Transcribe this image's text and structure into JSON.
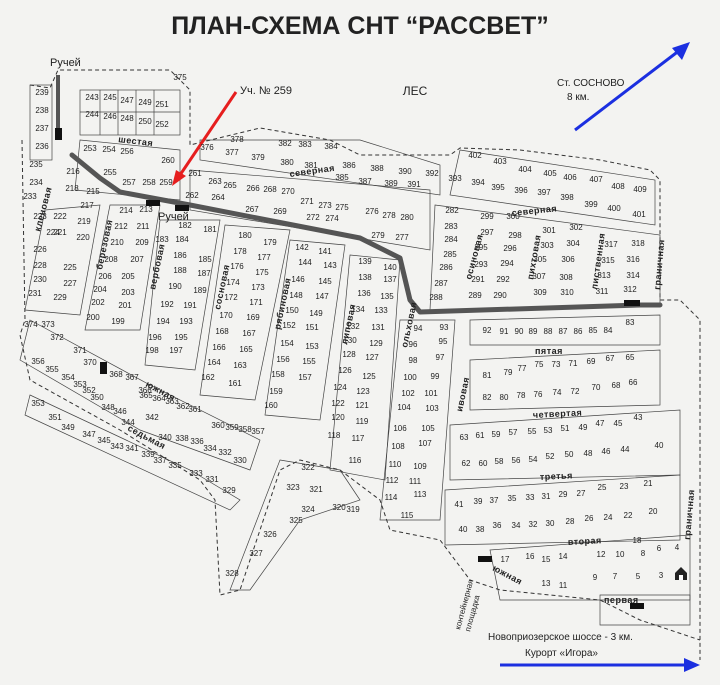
{
  "title": "ПЛАН-СХЕМА СНТ “РАССВЕТ”",
  "forest_label": "ЛЕС",
  "plot_pointer": "Уч. № 259",
  "stream_labels": [
    "Ручей",
    "Ручей"
  ],
  "station": {
    "name": "Ст. СОСНОВО",
    "distance": "8 км."
  },
  "highway": {
    "line1": "Новоприозерское шоссе - 3 км.",
    "line2": "Курорт «Игора»"
  },
  "container_label": [
    "контейнерная",
    "площадка"
  ],
  "colors": {
    "arrow_red": "#e61e1e",
    "arrow_blue": "#1b2fe0",
    "road": "#555555",
    "line": "#333333"
  },
  "streets": {
    "shestaya": "шестая",
    "severnaya1": "северная",
    "severnaya2": "северная",
    "klenovaya": "кленовая",
    "berezovaya": "березовая",
    "verbovaya": "вербовая",
    "sosnovaya": "сосновая",
    "ryabinovaya": "рябиновая",
    "lipovaya": "липовая",
    "olkhovaya": "ольховая",
    "ivovaya": "ивовая",
    "osinovaya": "осиновая",
    "pikhtovaya": "пихтовая",
    "listvennaya": "лиственная",
    "granichnaya1": "граничная",
    "granichnaya2": "граничная",
    "yuzhnaya1": "южная",
    "yuzhnaya2": "южная",
    "sedmaya": "седьмая",
    "pyataya": "пятая",
    "chetvertaya": "четвертая",
    "tretya": "третья",
    "vtoraya": "вторая",
    "pervaya": "первая"
  },
  "plots": [
    [
      "239",
      42,
      95
    ],
    [
      "238",
      42,
      113
    ],
    [
      "237",
      42,
      131
    ],
    [
      "236",
      42,
      149
    ],
    [
      "235",
      36,
      167
    ],
    [
      "234",
      36,
      185
    ],
    [
      "233",
      30,
      199
    ],
    [
      "243",
      92,
      100
    ],
    [
      "245",
      110,
      100
    ],
    [
      "247",
      127,
      103
    ],
    [
      "249",
      145,
      105
    ],
    [
      "251",
      162,
      107
    ],
    [
      "244",
      92,
      117
    ],
    [
      "246",
      110,
      119
    ],
    [
      "248",
      127,
      121
    ],
    [
      "250",
      145,
      124
    ],
    [
      "252",
      162,
      127
    ],
    [
      "375",
      180,
      80
    ],
    [
      "253",
      90,
      151
    ],
    [
      "254",
      109,
      152
    ],
    [
      "256",
      127,
      154
    ],
    [
      "216",
      73,
      174
    ],
    [
      "215",
      93,
      194
    ],
    [
      "255",
      110,
      175
    ],
    [
      "257",
      129,
      185
    ],
    [
      "258",
      149,
      185
    ],
    [
      "259",
      166,
      185
    ],
    [
      "260",
      168,
      163
    ],
    [
      "218",
      72,
      191
    ],
    [
      "217",
      87,
      208
    ],
    [
      "222",
      60,
      219
    ],
    [
      "219",
      84,
      224
    ],
    [
      "221",
      60,
      235
    ],
    [
      "220",
      83,
      240
    ],
    [
      "224",
      53,
      235
    ],
    [
      "223",
      40,
      219
    ],
    [
      "226",
      40,
      252
    ],
    [
      "225",
      70,
      270
    ],
    [
      "228",
      40,
      268
    ],
    [
      "227",
      70,
      286
    ],
    [
      "230",
      40,
      282
    ],
    [
      "229",
      60,
      300
    ],
    [
      "231",
      35,
      296
    ],
    [
      "214",
      126,
      213
    ],
    [
      "213",
      146,
      212
    ],
    [
      "212",
      121,
      229
    ],
    [
      "211",
      143,
      229
    ],
    [
      "210",
      117,
      245
    ],
    [
      "209",
      142,
      245
    ],
    [
      "208",
      111,
      262
    ],
    [
      "207",
      137,
      262
    ],
    [
      "206",
      105,
      279
    ],
    [
      "205",
      128,
      279
    ],
    [
      "204",
      100,
      292
    ],
    [
      "203",
      128,
      295
    ],
    [
      "202",
      98,
      305
    ],
    [
      "201",
      125,
      308
    ],
    [
      "200",
      93,
      320
    ],
    [
      "199",
      118,
      324
    ],
    [
      "184",
      182,
      242
    ],
    [
      "183",
      162,
      242
    ],
    [
      "182",
      185,
      228
    ],
    [
      "181",
      210,
      232
    ],
    [
      "186",
      180,
      258
    ],
    [
      "185",
      205,
      262
    ],
    [
      "188",
      180,
      273
    ],
    [
      "187",
      204,
      276
    ],
    [
      "190",
      175,
      289
    ],
    [
      "189",
      200,
      293
    ],
    [
      "192",
      167,
      307
    ],
    [
      "191",
      190,
      308
    ],
    [
      "194",
      163,
      324
    ],
    [
      "193",
      186,
      324
    ],
    [
      "196",
      155,
      340
    ],
    [
      "195",
      181,
      340
    ],
    [
      "198",
      152,
      353
    ],
    [
      "197",
      176,
      353
    ],
    [
      "180",
      245,
      238
    ],
    [
      "179",
      270,
      245
    ],
    [
      "178",
      240,
      254
    ],
    [
      "177",
      264,
      260
    ],
    [
      "176",
      237,
      269
    ],
    [
      "175",
      262,
      275
    ],
    [
      "174",
      233,
      285
    ],
    [
      "173",
      258,
      290
    ],
    [
      "172",
      231,
      300
    ],
    [
      "171",
      256,
      305
    ],
    [
      "170",
      226,
      318
    ],
    [
      "169",
      253,
      320
    ],
    [
      "168",
      222,
      334
    ],
    [
      "167",
      249,
      336
    ],
    [
      "166",
      219,
      350
    ],
    [
      "165",
      246,
      352
    ],
    [
      "164",
      214,
      365
    ],
    [
      "163",
      240,
      368
    ],
    [
      "162",
      208,
      380
    ],
    [
      "161",
      235,
      386
    ],
    [
      "261",
      195,
      176
    ],
    [
      "263",
      215,
      184
    ],
    [
      "265",
      230,
      188
    ],
    [
      "262",
      192,
      198
    ],
    [
      "264",
      218,
      200
    ],
    [
      "266",
      253,
      191
    ],
    [
      "268",
      270,
      192
    ],
    [
      "270",
      288,
      194
    ],
    [
      "267",
      252,
      212
    ],
    [
      "269",
      280,
      214
    ],
    [
      "271",
      307,
      204
    ],
    [
      "273",
      325,
      208
    ],
    [
      "275",
      342,
      210
    ],
    [
      "272",
      313,
      220
    ],
    [
      "274",
      332,
      221
    ],
    [
      "276",
      372,
      214
    ],
    [
      "278",
      389,
      218
    ],
    [
      "280",
      407,
      220
    ],
    [
      "277",
      402,
      240
    ],
    [
      "279",
      378,
      238
    ],
    [
      "142",
      302,
      250
    ],
    [
      "141",
      325,
      254
    ],
    [
      "144",
      305,
      265
    ],
    [
      "143",
      330,
      268
    ],
    [
      "146",
      298,
      282
    ],
    [
      "145",
      325,
      284
    ],
    [
      "148",
      296,
      298
    ],
    [
      "147",
      322,
      299
    ],
    [
      "150",
      292,
      313
    ],
    [
      "149",
      316,
      316
    ],
    [
      "152",
      289,
      328
    ],
    [
      "151",
      312,
      330
    ],
    [
      "154",
      287,
      346
    ],
    [
      "153",
      312,
      349
    ],
    [
      "156",
      283,
      362
    ],
    [
      "155",
      309,
      364
    ],
    [
      "158",
      278,
      377
    ],
    [
      "157",
      305,
      380
    ],
    [
      "159",
      276,
      394
    ],
    [
      "160",
      271,
      408
    ],
    [
      "140",
      390,
      270
    ],
    [
      "139",
      365,
      264
    ],
    [
      "138",
      365,
      280
    ],
    [
      "137",
      390,
      282
    ],
    [
      "136",
      364,
      296
    ],
    [
      "135",
      387,
      299
    ],
    [
      "134",
      358,
      312
    ],
    [
      "133",
      381,
      313
    ],
    [
      "132",
      353,
      329
    ],
    [
      "131",
      378,
      330
    ],
    [
      "130",
      350,
      343
    ],
    [
      "129",
      376,
      346
    ],
    [
      "128",
      349,
      357
    ],
    [
      "127",
      372,
      360
    ],
    [
      "126",
      345,
      373
    ],
    [
      "125",
      369,
      379
    ],
    [
      "124",
      340,
      390
    ],
    [
      "123",
      363,
      394
    ],
    [
      "122",
      338,
      406
    ],
    [
      "121",
      362,
      408
    ],
    [
      "120",
      338,
      420
    ],
    [
      "119",
      362,
      424
    ],
    [
      "118",
      334,
      438
    ],
    [
      "117",
      358,
      441
    ],
    [
      "116",
      355,
      463
    ],
    [
      "115",
      407,
      518
    ],
    [
      "114",
      391,
      500
    ],
    [
      "113",
      420,
      497
    ],
    [
      "112",
      392,
      483
    ],
    [
      "111",
      415,
      484
    ],
    [
      "110",
      395,
      467
    ],
    [
      "109",
      420,
      469
    ],
    [
      "108",
      398,
      449
    ],
    [
      "107",
      425,
      446
    ],
    [
      "106",
      400,
      431
    ],
    [
      "105",
      428,
      431
    ],
    [
      "104",
      404,
      410
    ],
    [
      "103",
      432,
      411
    ],
    [
      "102",
      408,
      396
    ],
    [
      "101",
      431,
      396
    ],
    [
      "100",
      410,
      380
    ],
    [
      "99",
      435,
      379
    ],
    [
      "98",
      413,
      363
    ],
    [
      "97",
      440,
      360
    ],
    [
      "96",
      413,
      347
    ],
    [
      "95",
      443,
      344
    ],
    [
      "94",
      418,
      331
    ],
    [
      "93",
      444,
      330
    ],
    [
      "282",
      452,
      213
    ],
    [
      "283",
      451,
      229
    ],
    [
      "284",
      451,
      242
    ],
    [
      "285",
      450,
      257
    ],
    [
      "286",
      446,
      270
    ],
    [
      "287",
      441,
      286
    ],
    [
      "288",
      436,
      300
    ],
    [
      "299",
      487,
      219
    ],
    [
      "300",
      513,
      219
    ],
    [
      "297",
      487,
      235
    ],
    [
      "298",
      515,
      238
    ],
    [
      "295",
      481,
      250
    ],
    [
      "296",
      510,
      251
    ],
    [
      "293",
      481,
      267
    ],
    [
      "294",
      507,
      266
    ],
    [
      "291",
      478,
      282
    ],
    [
      "292",
      503,
      282
    ],
    [
      "289",
      475,
      298
    ],
    [
      "290",
      500,
      298
    ],
    [
      "301",
      549,
      233
    ],
    [
      "302",
      576,
      230
    ],
    [
      "303",
      547,
      248
    ],
    [
      "304",
      573,
      246
    ],
    [
      "305",
      540,
      262
    ],
    [
      "306",
      568,
      262
    ],
    [
      "307",
      539,
      279
    ],
    [
      "308",
      566,
      280
    ],
    [
      "309",
      540,
      295
    ],
    [
      "310",
      567,
      295
    ],
    [
      "317",
      611,
      247
    ],
    [
      "318",
      638,
      246
    ],
    [
      "315",
      608,
      263
    ],
    [
      "316",
      633,
      262
    ],
    [
      "313",
      604,
      278
    ],
    [
      "314",
      633,
      278
    ],
    [
      "311",
      602,
      294
    ],
    [
      "312",
      630,
      292
    ],
    [
      "402",
      475,
      158
    ],
    [
      "403",
      500,
      164
    ],
    [
      "404",
      525,
      172
    ],
    [
      "405",
      550,
      176
    ],
    [
      "406",
      570,
      180
    ],
    [
      "407",
      596,
      182
    ],
    [
      "408",
      618,
      189
    ],
    [
      "409",
      640,
      192
    ],
    [
      "393",
      455,
      181
    ],
    [
      "394",
      478,
      185
    ],
    [
      "395",
      498,
      190
    ],
    [
      "396",
      521,
      193
    ],
    [
      "397",
      544,
      195
    ],
    [
      "398",
      567,
      200
    ],
    [
      "399",
      591,
      207
    ],
    [
      "400",
      614,
      211
    ],
    [
      "401",
      639,
      217
    ],
    [
      "384",
      331,
      149
    ],
    [
      "383",
      305,
      147
    ],
    [
      "382",
      285,
      146
    ],
    [
      "378",
      237,
      142
    ],
    [
      "377",
      232,
      155
    ],
    [
      "376",
      207,
      150
    ],
    [
      "379",
      258,
      160
    ],
    [
      "380",
      287,
      165
    ],
    [
      "381",
      311,
      168
    ],
    [
      "386",
      349,
      168
    ],
    [
      "388",
      377,
      171
    ],
    [
      "390",
      405,
      174
    ],
    [
      "392",
      432,
      176
    ],
    [
      "385",
      342,
      180
    ],
    [
      "387",
      365,
      184
    ],
    [
      "389",
      391,
      186
    ],
    [
      "391",
      414,
      187
    ],
    [
      "92",
      487,
      333
    ],
    [
      "91",
      504,
      334
    ],
    [
      "90",
      519,
      334
    ],
    [
      "89",
      533,
      334
    ],
    [
      "88",
      548,
      334
    ],
    [
      "87",
      563,
      334
    ],
    [
      "86",
      578,
      334
    ],
    [
      "85",
      593,
      333
    ],
    [
      "84",
      608,
      333
    ],
    [
      "83",
      630,
      325
    ],
    [
      "81",
      487,
      378
    ],
    [
      "79",
      508,
      375
    ],
    [
      "77",
      522,
      371
    ],
    [
      "75",
      539,
      367
    ],
    [
      "73",
      556,
      367
    ],
    [
      "71",
      573,
      366
    ],
    [
      "69",
      591,
      364
    ],
    [
      "67",
      610,
      361
    ],
    [
      "65",
      630,
      360
    ],
    [
      "82",
      487,
      400
    ],
    [
      "80",
      504,
      400
    ],
    [
      "78",
      521,
      398
    ],
    [
      "76",
      538,
      397
    ],
    [
      "74",
      557,
      395
    ],
    [
      "72",
      575,
      394
    ],
    [
      "70",
      596,
      390
    ],
    [
      "68",
      616,
      388
    ],
    [
      "66",
      633,
      385
    ],
    [
      "63",
      464,
      440
    ],
    [
      "61",
      480,
      438
    ],
    [
      "59",
      496,
      437
    ],
    [
      "57",
      513,
      435
    ],
    [
      "55",
      532,
      434
    ],
    [
      "53",
      548,
      433
    ],
    [
      "51",
      565,
      431
    ],
    [
      "49",
      583,
      430
    ],
    [
      "47",
      600,
      426
    ],
    [
      "45",
      618,
      426
    ],
    [
      "43",
      638,
      420
    ],
    [
      "62",
      466,
      466
    ],
    [
      "60",
      483,
      466
    ],
    [
      "58",
      499,
      464
    ],
    [
      "56",
      516,
      463
    ],
    [
      "54",
      533,
      462
    ],
    [
      "52",
      550,
      459
    ],
    [
      "50",
      569,
      457
    ],
    [
      "48",
      588,
      456
    ],
    [
      "46",
      606,
      454
    ],
    [
      "44",
      625,
      452
    ],
    [
      "40",
      659,
      448
    ],
    [
      "41",
      459,
      507
    ],
    [
      "39",
      478,
      504
    ],
    [
      "37",
      494,
      503
    ],
    [
      "35",
      512,
      501
    ],
    [
      "33",
      530,
      500
    ],
    [
      "31",
      546,
      499
    ],
    [
      "29",
      563,
      497
    ],
    [
      "27",
      581,
      496
    ],
    [
      "25",
      602,
      490
    ],
    [
      "23",
      624,
      489
    ],
    [
      "21",
      648,
      486
    ],
    [
      "40",
      463,
      532
    ],
    [
      "38",
      480,
      532
    ],
    [
      "36",
      497,
      528
    ],
    [
      "34",
      516,
      528
    ],
    [
      "32",
      533,
      527
    ],
    [
      "30",
      550,
      526
    ],
    [
      "28",
      570,
      524
    ],
    [
      "26",
      589,
      521
    ],
    [
      "24",
      608,
      520
    ],
    [
      "22",
      628,
      518
    ],
    [
      "20",
      653,
      514
    ],
    [
      "18",
      637,
      543
    ],
    [
      "17",
      505,
      562
    ],
    [
      "16",
      530,
      559
    ],
    [
      "15",
      546,
      562
    ],
    [
      "14",
      563,
      559
    ],
    [
      "12",
      601,
      557
    ],
    [
      "10",
      620,
      557
    ],
    [
      "8",
      643,
      556
    ],
    [
      "6",
      659,
      551
    ],
    [
      "4",
      677,
      550
    ],
    [
      "13",
      546,
      586
    ],
    [
      "11",
      563,
      588
    ],
    [
      "9",
      595,
      580
    ],
    [
      "7",
      615,
      579
    ],
    [
      "5",
      638,
      579
    ],
    [
      "3",
      661,
      578
    ],
    [
      "374",
      31,
      327
    ],
    [
      "373",
      48,
      327
    ],
    [
      "372",
      57,
      340
    ],
    [
      "371",
      80,
      353
    ],
    [
      "370",
      90,
      365
    ],
    [
      "368",
      116,
      377
    ],
    [
      "367",
      132,
      380
    ],
    [
      "366",
      145,
      393
    ],
    [
      "356",
      38,
      364
    ],
    [
      "355",
      52,
      372
    ],
    [
      "354",
      68,
      380
    ],
    [
      "353",
      80,
      387
    ],
    [
      "352",
      89,
      393
    ],
    [
      "350",
      97,
      400
    ],
    [
      "348",
      108,
      410
    ],
    [
      "346",
      120,
      414
    ],
    [
      "344",
      128,
      425
    ],
    [
      "342",
      152,
      420
    ],
    [
      "365",
      146,
      398
    ],
    [
      "364",
      159,
      401
    ],
    [
      "363",
      172,
      404
    ],
    [
      "362",
      183,
      409
    ],
    [
      "361",
      195,
      412
    ],
    [
      "360",
      218,
      428
    ],
    [
      "359",
      232,
      430
    ],
    [
      "358",
      245,
      432
    ],
    [
      "357",
      258,
      434
    ],
    [
      "353",
      38,
      406
    ],
    [
      "351",
      55,
      420
    ],
    [
      "349",
      68,
      430
    ],
    [
      "347",
      89,
      437
    ],
    [
      "345",
      104,
      443
    ],
    [
      "343",
      117,
      449
    ],
    [
      "341",
      132,
      451
    ],
    [
      "339",
      148,
      457
    ],
    [
      "337",
      160,
      463
    ],
    [
      "335",
      175,
      468
    ],
    [
      "333",
      196,
      476
    ],
    [
      "331",
      212,
      482
    ],
    [
      "329",
      229,
      493
    ],
    [
      "340",
      165,
      440
    ],
    [
      "338",
      182,
      441
    ],
    [
      "336",
      197,
      444
    ],
    [
      "334",
      210,
      451
    ],
    [
      "332",
      225,
      455
    ],
    [
      "330",
      240,
      463
    ],
    [
      "322",
      308,
      470
    ],
    [
      "323",
      293,
      490
    ],
    [
      "321",
      316,
      492
    ],
    [
      "324",
      308,
      512
    ],
    [
      "320",
      339,
      510
    ],
    [
      "319",
      353,
      512
    ],
    [
      "325",
      296,
      523
    ],
    [
      "326",
      270,
      537
    ],
    [
      "327",
      256,
      556
    ],
    [
      "328",
      232,
      576
    ]
  ]
}
